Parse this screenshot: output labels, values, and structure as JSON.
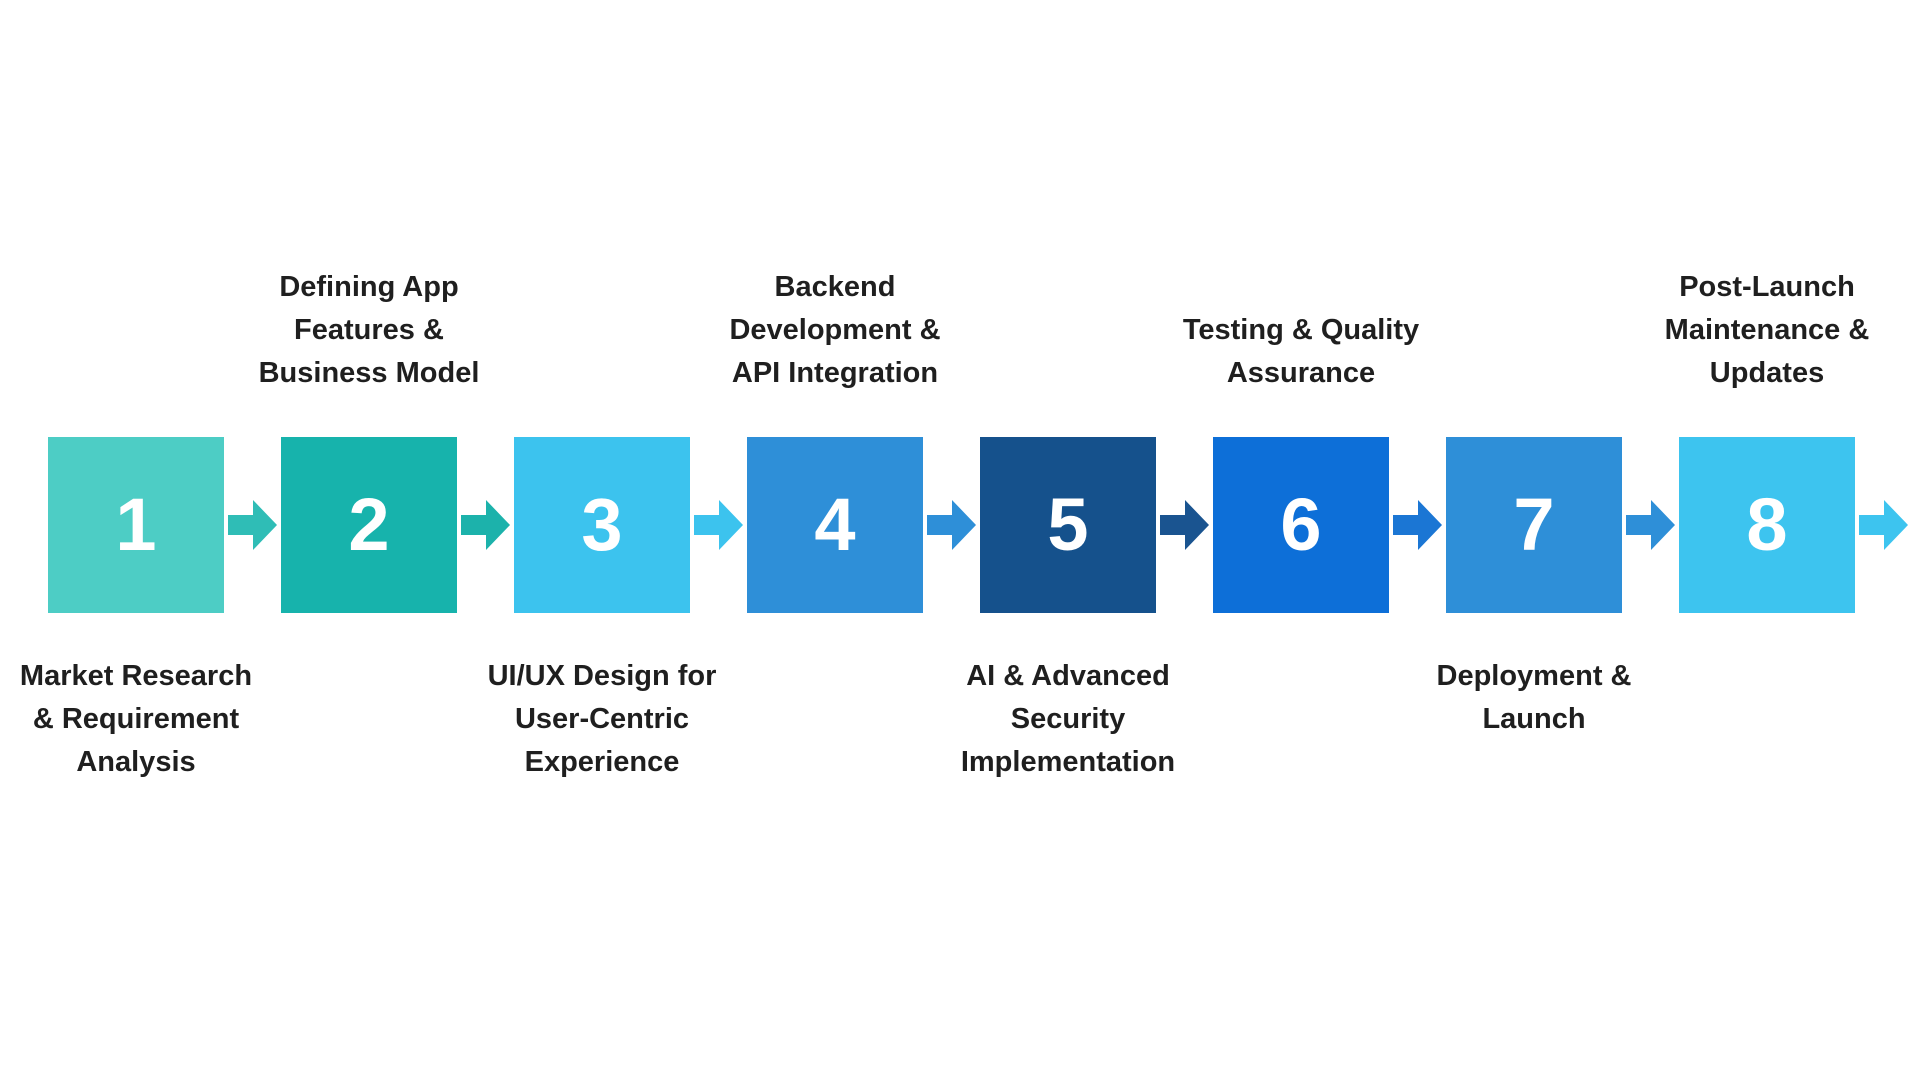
{
  "diagram": {
    "type": "process-flow",
    "orientation": "horizontal",
    "colors": {
      "background": "#FFFFFF",
      "label_text": "#1F1F1F",
      "number_text": "#FFFFFF"
    },
    "steps": [
      {
        "number": "1",
        "label": "Market Research\n& Requirement\nAnalysis",
        "label_position": "below",
        "square_color": "#4DCDC5",
        "arrow_color": "#2FBDB6"
      },
      {
        "number": "2",
        "label": "Defining App\nFeatures &\nBusiness Model",
        "label_position": "above",
        "square_color": "#17B3AC",
        "arrow_color": "#1CB2AB"
      },
      {
        "number": "3",
        "label": "UI/UX Design for\nUser-Centric\nExperience",
        "label_position": "below",
        "square_color": "#3CC3EE",
        "arrow_color": "#3CC3EE"
      },
      {
        "number": "4",
        "label": "Backend\nDevelopment &\nAPI Integration",
        "label_position": "above",
        "square_color": "#2E8FD8",
        "arrow_color": "#2E8FD8"
      },
      {
        "number": "5",
        "label": "AI & Advanced\nSecurity\nImplementation",
        "label_position": "below",
        "square_color": "#15518C",
        "arrow_color": "#1A5490"
      },
      {
        "number": "6",
        "label": "Testing & Quality\nAssurance",
        "label_position": "above",
        "square_color": "#0D6FD8",
        "arrow_color": "#1B76D4"
      },
      {
        "number": "7",
        "label": "Deployment &\nLaunch",
        "label_position": "below",
        "square_color": "#2E8FD8",
        "arrow_color": "#2E8FD8"
      },
      {
        "number": "8",
        "label": "Post-Launch\nMaintenance &\nUpdates",
        "label_position": "above",
        "square_color": "#3DC4EF",
        "arrow_color": "#3DC4EF"
      }
    ]
  }
}
